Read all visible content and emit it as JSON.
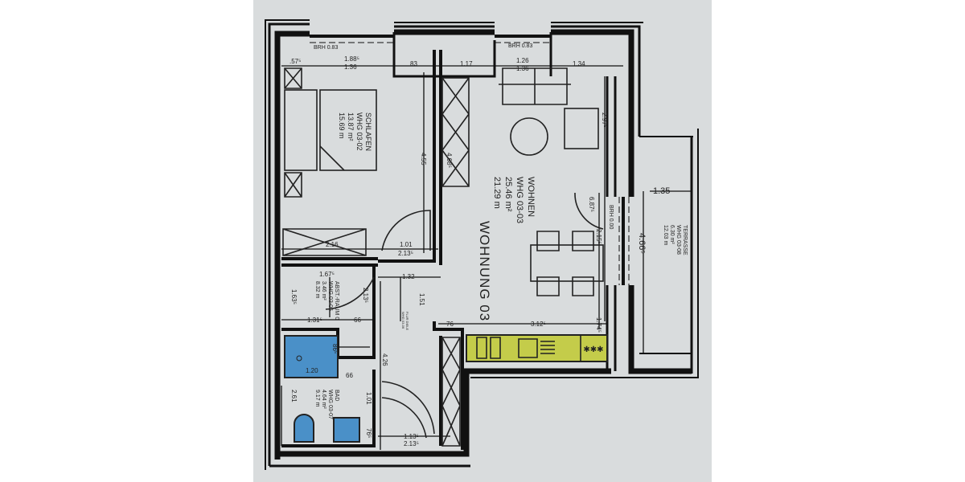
{
  "plan": {
    "apartment_label": "WOHNUNG 03",
    "colors": {
      "paper": "#d9dcdd",
      "wall": "#111111",
      "bath_fixtures": "#4a90c8",
      "kitchen": "#c4cc4a"
    },
    "rooms": [
      {
        "name": "SCHLAFEN",
        "id": "WHG 03-02",
        "area": "13.87 m²",
        "perimeter": "15.69 m"
      },
      {
        "name": "WOHNEN",
        "id": "WHG 03-03",
        "area": "25.46 m²",
        "perimeter": "21.29 m"
      },
      {
        "name": "TERRASSE",
        "id": "WHG 03-08",
        "area": "6.30 m²",
        "perimeter": "12.03 m"
      },
      {
        "name": "ABST.-RAUM 0",
        "id": "WHG 03-05",
        "area": "3.46 m²",
        "perimeter": "8.32 m"
      },
      {
        "name": "BAD",
        "id": "WHG 03-07",
        "area": "4.64 m²",
        "perimeter": "9.17 m"
      },
      {
        "name": "FLUR DIELE",
        "id": "WHG 03-06"
      }
    ],
    "window_labels": [
      "BRH 0.83",
      "BRH 0.83",
      "BRH 0.00"
    ],
    "dimensions": {
      "top_1": ".57⁵",
      "top_2": "1.88⁵",
      "top_3": "1.36",
      "top_4": "83",
      "top_5": "1.17",
      "top_6": "1.26",
      "top_7": "1.36",
      "top_8": "1.34",
      "bed_height": "4.55",
      "wardrobe": "4.68⁵",
      "living_right_1": "2.97⁵",
      "living_right_2": "6.87⁵",
      "living_right_3": "2.15⁵",
      "terrace_width": "1.35",
      "terrace_length": "4.66⁵",
      "kitchen_right": "1.74⁵",
      "kitchen_len": "3.12⁵",
      "kitchen_76": "76",
      "door_101": "1.01",
      "door_213": "2.13⁵",
      "bed_216": "2.16",
      "hall_132": "1.32",
      "hall_151": "1.51",
      "abst_167": "1.67⁵",
      "abst_213": "2.13⁵",
      "abst_163": "1.63⁵",
      "abst_131": "1.31⁵",
      "abst_66": "66",
      "shower_86": "86⁵",
      "shower_120": "1.20",
      "bath_66": "66",
      "bath_261": "2.61",
      "hall_426": "4.26",
      "entry_113": "1.13⁵",
      "entry_213": "2.13⁵",
      "wall_101": "1.01",
      "bath_76": "76⁵"
    }
  }
}
